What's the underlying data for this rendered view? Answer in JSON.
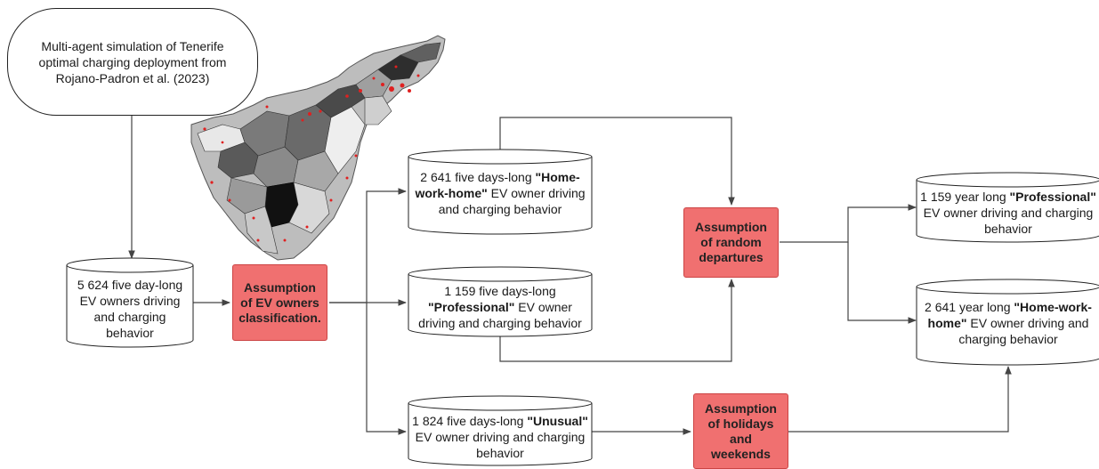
{
  "start": {
    "text": "Multi-agent simulation of Tenerife optimal charging deployment from Rojano-Padron et al. (2023)"
  },
  "data_total": {
    "text": "5 624 five day-long EV owners driving and charging behavior"
  },
  "classification": {
    "text": "Assumption of EV owners classification."
  },
  "hwh_five": {
    "pre": "2 641 five days-long ",
    "bold": "\"Home-work-home\"",
    "post": " EV owner driving and charging behavior"
  },
  "prof_five": {
    "pre": "1 159 five days-long ",
    "bold": "\"Professional\"",
    "post": " EV owner driving and charging behavior"
  },
  "unusual_five": {
    "pre": "1 824 five days-long ",
    "bold": "\"Unusual\"",
    "post": " EV owner driving and charging behavior"
  },
  "random": {
    "text": "Assumption of random departures"
  },
  "holidays": {
    "text": "Assumption of holidays and weekends"
  },
  "prof_year": {
    "pre": "1 159 year long ",
    "bold": "\"Professional\"",
    "post": " EV owner driving and charging behavior"
  },
  "hwh_year": {
    "pre": "2 641 year long ",
    "bold": "\"Home-work-home\"",
    "post": " EV owner driving and charging behavior"
  },
  "map": {
    "icon": "tenerife-map-icon"
  },
  "colors": {
    "process": "#f07070",
    "line": "#444444"
  }
}
